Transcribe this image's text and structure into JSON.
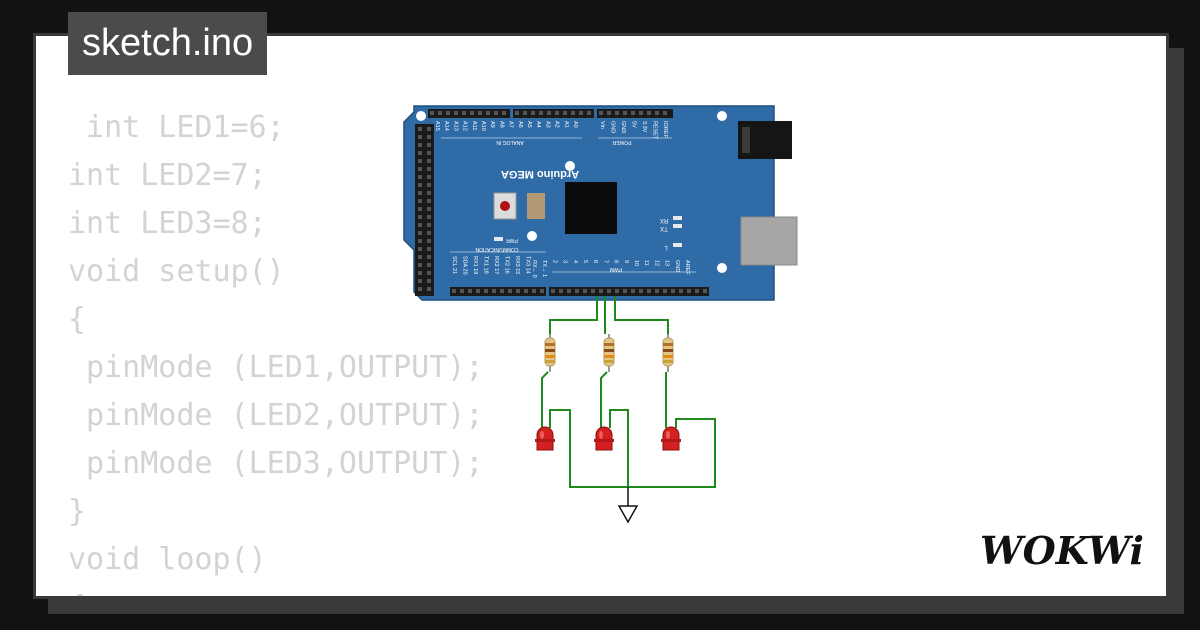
{
  "project": {
    "filename": "sketch.ino"
  },
  "code": {
    "lines": [
      " int LED1=6;",
      "int LED2=7;",
      "int LED3=8;",
      "void setup()",
      "{",
      " pinMode (LED1,OUTPUT);",
      " pinMode (LED2,OUTPUT);",
      " pinMode (LED3,OUTPUT);",
      "}",
      "void loop()",
      "{"
    ]
  },
  "board": {
    "name": "Arduino MEGA",
    "analog_label": "ANALOG IN",
    "power_label": "POWER",
    "comm_label": "COMMUNICATION",
    "pwm_label": "PWM",
    "pwr_led_label": "PWR",
    "led_label_l": "L",
    "led_label_tx": "TX",
    "led_label_rx": "RX",
    "analog_pins": [
      "A15",
      "A14",
      "A13",
      "A12",
      "A11",
      "A10",
      "A9",
      "A8",
      "A7",
      "A6",
      "A5",
      "A4",
      "A3",
      "A2",
      "A1",
      "A0"
    ],
    "power_pins": [
      "Vin",
      "GND",
      "GND",
      "5V",
      "3.3V",
      "RESET",
      "IOREF"
    ],
    "comm_pins": [
      "SCL 21",
      "SDA 20",
      "RX1 19",
      "TX1 18",
      "RX2 17",
      "TX2 16",
      "RX3 15",
      "TX3 14"
    ],
    "digital_pins": [
      "RX← 0",
      "TX→ 1",
      "2",
      "3",
      "4",
      "5",
      "6",
      "7",
      "8",
      "9",
      "10",
      "11",
      "12",
      "13",
      "GND",
      "AREF"
    ]
  },
  "brand": {
    "logo_text": "WOKWi"
  },
  "colors": {
    "board": "#2f6ba6",
    "wire": "#1e8a1e",
    "led": "#d42020",
    "code_text": "#d3d3d3",
    "tab_bg": "#4b4b4b"
  }
}
